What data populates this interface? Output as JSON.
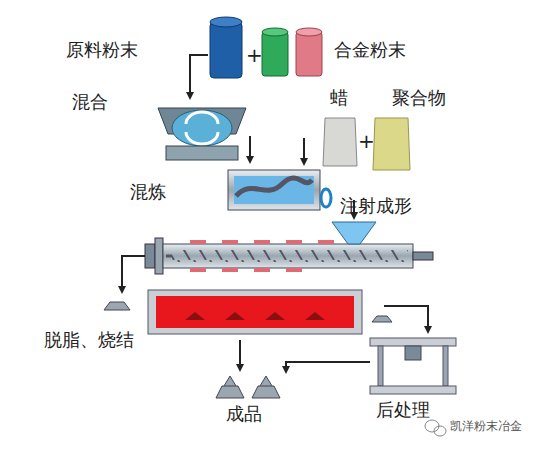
{
  "diagram": {
    "labels": [
      "原料粉末",
      "+",
      "合金粉末",
      "混合",
      "蜡",
      "+",
      "聚合物",
      "混炼",
      "注射成形",
      "脱脂、烧结",
      "成品",
      "后处理",
      "凯洋粉末冶金"
    ]
  }
}
